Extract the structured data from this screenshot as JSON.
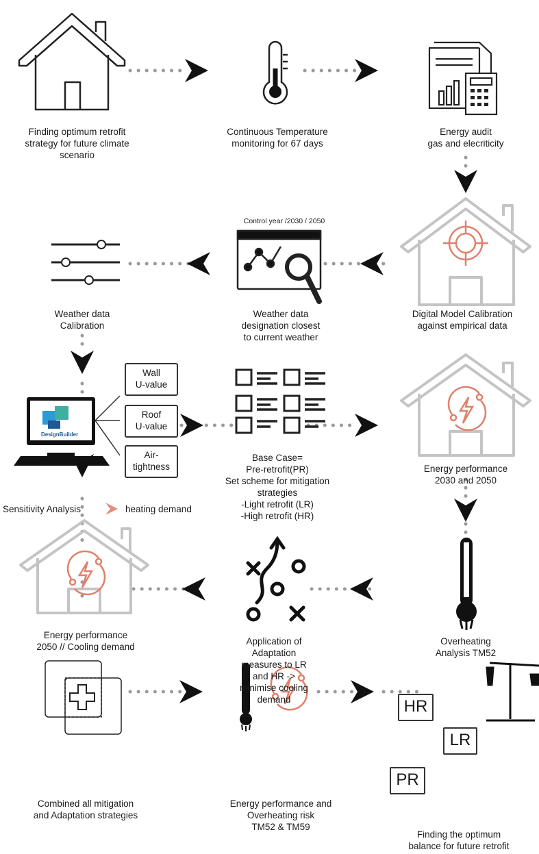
{
  "steps": {
    "s1": [
      "Finding optimum retrofit",
      "strategy for future climate",
      "scenario"
    ],
    "s2": [
      "Continuous Temperature",
      "monitoring for 67 days"
    ],
    "s3": [
      "Energy audit",
      "gas and elecriticity"
    ],
    "s4": [
      "Digital Model Calibration",
      "against empirical data"
    ],
    "s5_top": "Control year /2030 / 2050",
    "s5": [
      "Weather data",
      "designation closest",
      "to current weather"
    ],
    "s6": [
      "Weather data",
      "Calibration"
    ],
    "s7": {
      "boxes": [
        [
          "Wall",
          "U-value"
        ],
        [
          "Roof",
          "U-value"
        ],
        [
          "Air-",
          "tightness"
        ]
      ],
      "logo": "DesignBuilder",
      "left": "Sensitivity Analysis",
      "right": "heating demand"
    },
    "s8": [
      "Base Case=",
      "Pre-retrofit(PR)",
      "Set scheme for mitigation",
      "strategies",
      "-Light retrofit (LR)",
      "-High retrofit (HR)"
    ],
    "s9": [
      "Energy performance",
      "2030 and 2050"
    ],
    "s10": [
      "Overheating",
      "Analysis TM52"
    ],
    "s11": [
      "Application of",
      "Adaptation",
      "measures to LR",
      "and HR ->",
      "minimise cooling",
      "demand"
    ],
    "s12": [
      "Energy performance",
      "2050 // Cooling demand"
    ],
    "s13": [
      "Combined all mitigation",
      "and Adaptation strategies"
    ],
    "s14": [
      "Energy performance and",
      "Overheating risk",
      "TM52 & TM59"
    ],
    "s15": {
      "tags": [
        "HR",
        "LR",
        "PR"
      ],
      "caption": [
        "Finding the optimum",
        "balance for future retrofit"
      ]
    }
  },
  "colors": {
    "line": "#1a1a1a",
    "dots": "#9a9a9a",
    "accent": "#e0806a",
    "grey_house": "#bdbdbd"
  }
}
